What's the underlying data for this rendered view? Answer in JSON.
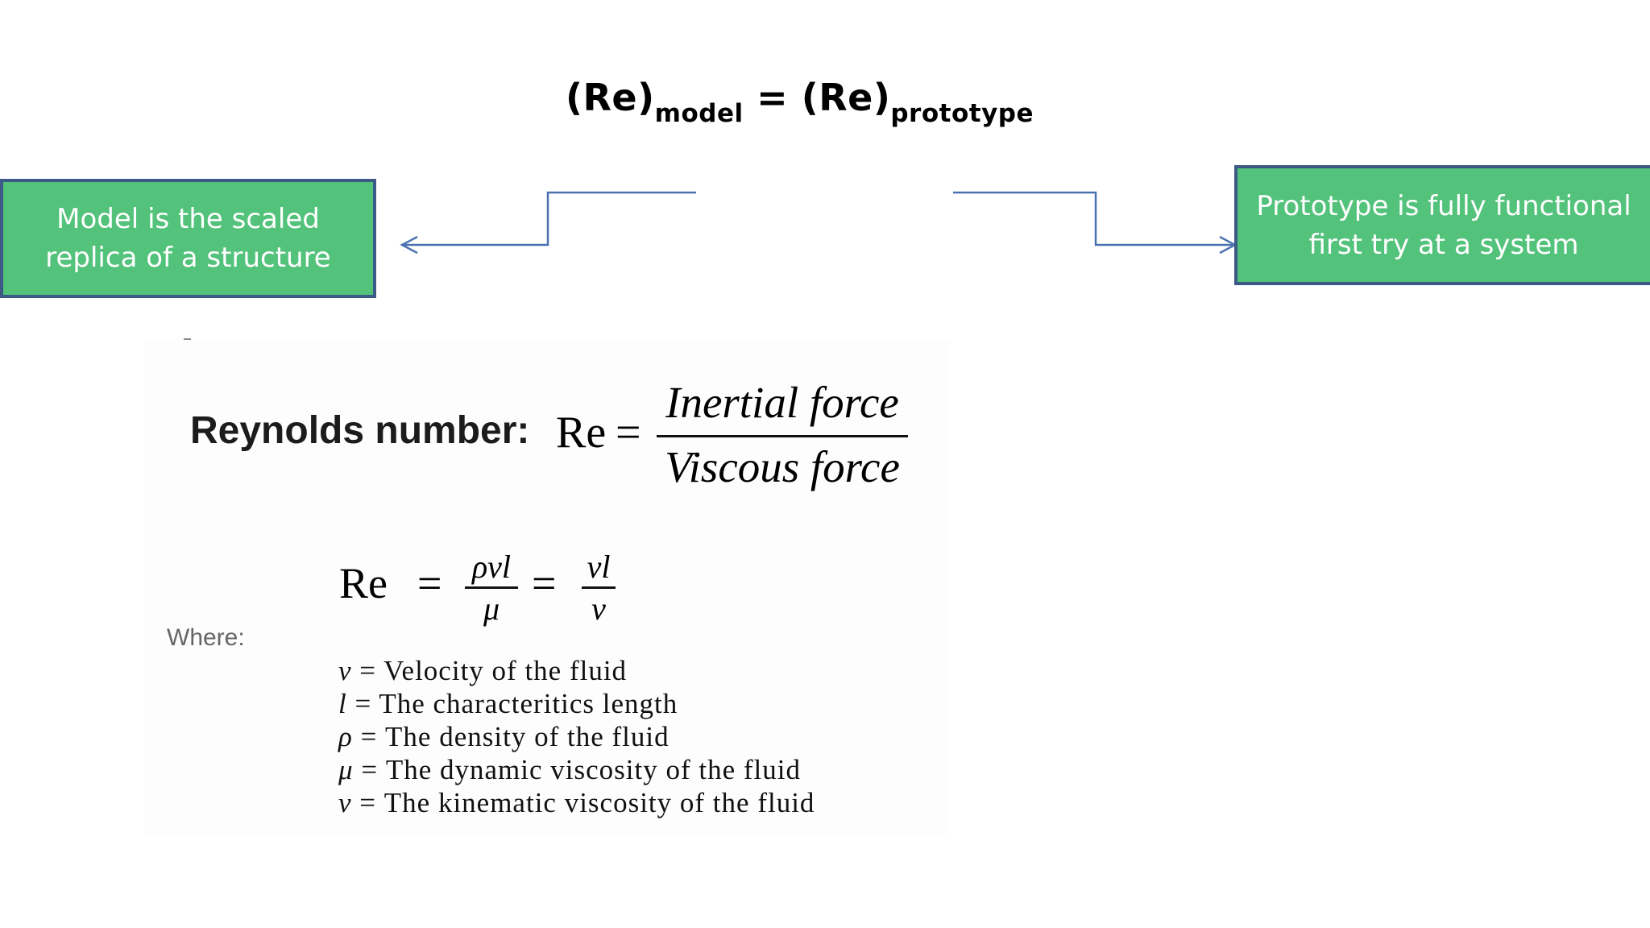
{
  "headline": {
    "re1": "(Re)",
    "sub1": "model",
    "equals": " = ",
    "re2": "(Re)",
    "sub2": "prototype"
  },
  "callouts": {
    "left": {
      "line1": "Model is the scaled",
      "line2": "replica of a structure"
    },
    "right": {
      "line1": "Prototype is fully functional",
      "line2": "first try at a system"
    }
  },
  "colors": {
    "callout_fill": "#53c27b",
    "callout_border": "#3c5a86",
    "connector": "#4a72b0"
  },
  "formula": {
    "label": "Reynolds number:",
    "re": "Re",
    "equals": "=",
    "numerator": "Inertial force",
    "denominator": "Viscous force"
  },
  "formula2": {
    "re": "Re",
    "eq1": "=",
    "num1": "ρvl",
    "den1": "μ",
    "eq2": "=",
    "num2": "vl",
    "den2": "ν"
  },
  "where_label": "Where:",
  "definitions": [
    {
      "symbol": "v",
      "text": " = Velocity of the fluid"
    },
    {
      "symbol": "l",
      "text": " = The characteritics length"
    },
    {
      "symbol": "ρ",
      "text": " = The density of the fluid"
    },
    {
      "symbol": "μ",
      "text": " = The dynamic viscosity of the fluid"
    },
    {
      "symbol": "ν",
      "text": " = The kinematic viscosity of the fluid"
    }
  ]
}
